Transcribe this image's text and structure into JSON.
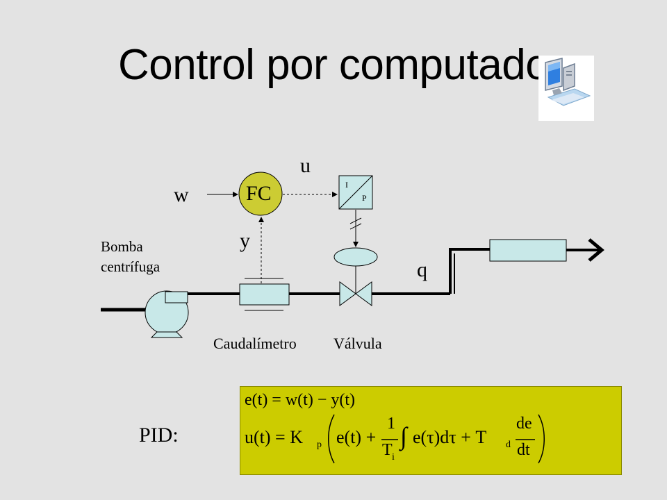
{
  "title": "Control por computador",
  "icon": "computer-network-icon",
  "diagram": {
    "controller": "FC",
    "transducer_in": "I",
    "transducer_out": "P",
    "signal_setpoint": "w",
    "signal_control": "u",
    "signal_measure": "y",
    "signal_flow": "q",
    "pump_label_line1": "Bomba",
    "pump_label_line2": "centrífuga",
    "flowmeter_label": "Caudalímetro",
    "valve_label": "Válvula"
  },
  "pid": {
    "label": "PID:",
    "eq1": "e(t) = w(t) − y(t)",
    "eq2_lhs": "u(t) = K",
    "eq2_kp_sub": "p",
    "eq2_paren": "e(t) +",
    "frac1_num": "1",
    "frac1_den": "T",
    "frac1_den_sub": "i",
    "integral": "∫",
    "integrand": "e(τ)dτ + T",
    "td_sub": "d",
    "frac2_num": "de",
    "frac2_den": "dt"
  },
  "colors": {
    "background": "#e3e3e3",
    "equipment_fill": "#c8e8e8",
    "controller_fill": "#cccc33",
    "formula_fill": "#cccc00"
  }
}
